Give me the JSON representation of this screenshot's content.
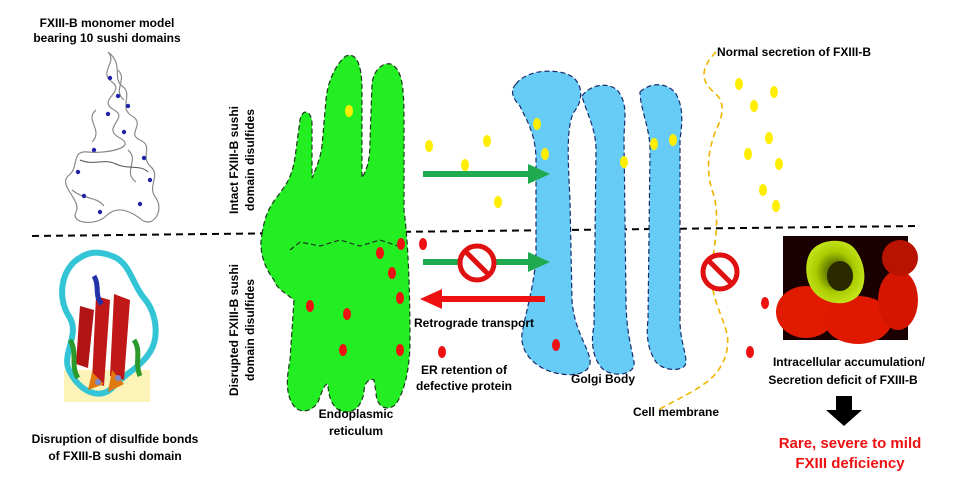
{
  "labels": {
    "monomer_title_l1": "FXIII-B monomer model",
    "monomer_title_l2": "bearing 10 sushi domains",
    "intact_l1": "Intact FXIII-B sushi",
    "intact_l2": "domain disulfides",
    "disrupted_l1": "Disrupted FXIII-B sushi",
    "disrupted_l2": "domain disulfides",
    "normal_secretion": "Normal secretion of FXIII-B",
    "retrograde": "Retrograde transport",
    "er_retention_l1": "ER retention of",
    "er_retention_l2": "defective protein",
    "er_l1": "Endoplasmic",
    "er_l2": "reticulum",
    "golgi": "Golgi Body",
    "cell_membrane": "Cell membrane",
    "accum_l1": "Intracellular accumulation/",
    "accum_l2": "Secretion deficit of FXIII-B",
    "deficiency_l1": "Rare, severe to mild",
    "deficiency_l2": "FXIII deficiency",
    "disruption_l1": "Disruption of disulfide bonds",
    "disruption_l2": "of FXIII-B sushi domain"
  },
  "colors": {
    "er": "#22ee22",
    "golgi": "#66ccf5",
    "secreted_dot": "#ffee00",
    "defective_dot": "#ee1111",
    "forward_arrow": "#1faa50",
    "retro_arrow": "#ee1111",
    "deficiency_text": "#ee1111"
  }
}
